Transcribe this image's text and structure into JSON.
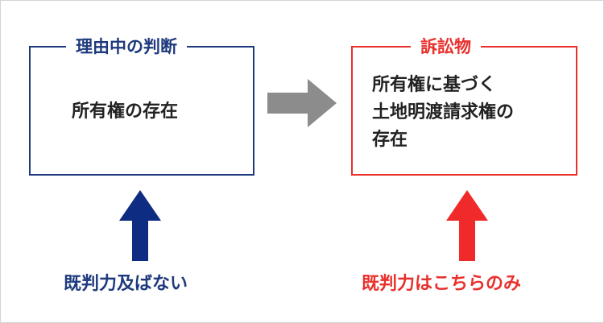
{
  "colors": {
    "blue": "#1e3a7e",
    "red": "#e8302c",
    "gray": "#8c8c8c",
    "text": "#222222"
  },
  "left_box": {
    "label": "理由中の判断",
    "content": "所有権の存在"
  },
  "right_box": {
    "label": "訴訟物",
    "content": "所有権に基づく\n土地明渡請求権の\n存在"
  },
  "captions": {
    "left": "既判力及ばない",
    "right": "既判力はこちらのみ"
  },
  "icons": {
    "middle": "right-arrow-icon",
    "left_up": "up-arrow-icon",
    "right_up": "up-arrow-icon"
  }
}
